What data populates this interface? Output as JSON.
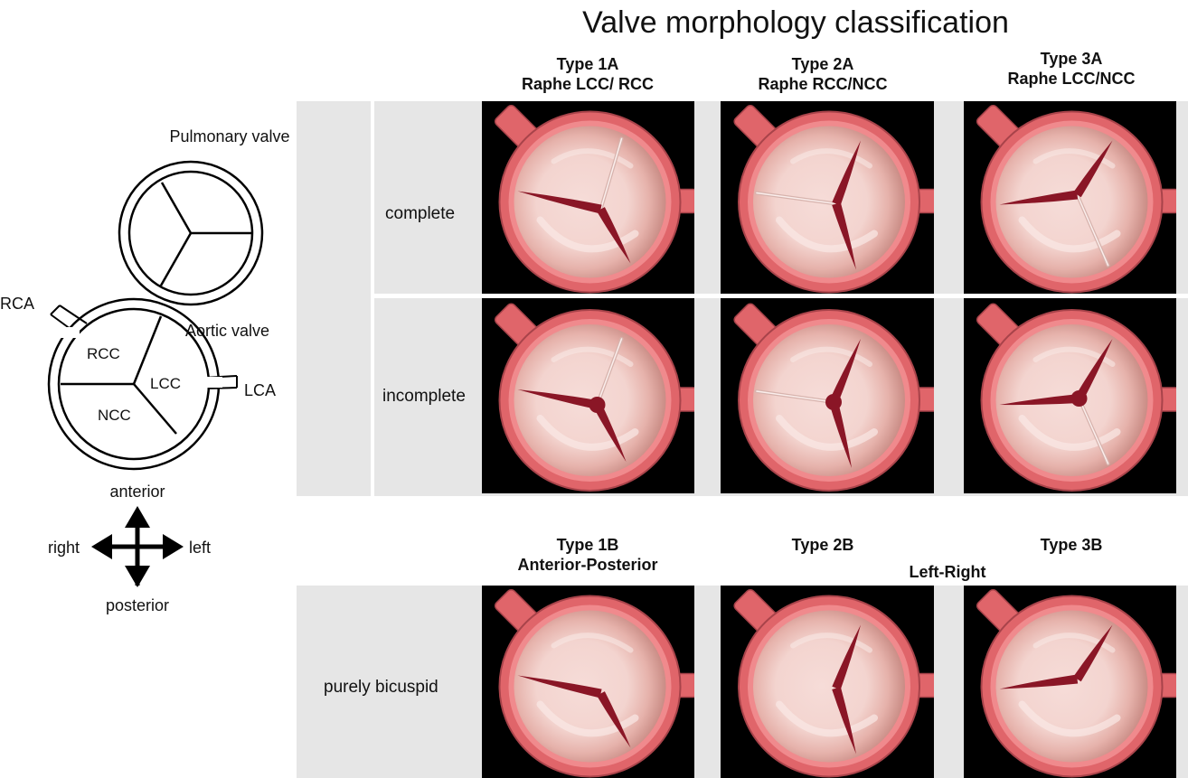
{
  "title": "Valve morphology classification",
  "schematic": {
    "pulmonary_label": "Pulmonary valve",
    "aortic_label": "Aortic valve",
    "rca": "RCA",
    "lca": "LCA",
    "rcc": "RCC",
    "lcc": "LCC",
    "ncc": "NCC"
  },
  "compass": {
    "anterior": "anterior",
    "posterior": "posterior",
    "right": "right",
    "left": "left"
  },
  "columns_a": [
    {
      "type": "Type 1A",
      "raphe": "Raphe LCC/ RCC"
    },
    {
      "type": "Type 2A",
      "raphe": "Raphe RCC/NCC"
    },
    {
      "type": "Type 3A",
      "raphe": "Raphe LCC/NCC"
    }
  ],
  "columns_b": [
    {
      "type": "Type 1B",
      "sub": "Anterior-Posterior"
    },
    {
      "type": "Type 2B",
      "sub": ""
    },
    {
      "type": "Type 3B",
      "sub": ""
    }
  ],
  "left_right_label": "Left-Right",
  "rows": {
    "complete": "complete",
    "incomplete": "incomplete",
    "purely_bicuspid": "purely bicuspid"
  },
  "colors": {
    "panel_bg": "#000000",
    "ring": "#e0656a",
    "leaflet": "#efc7c2",
    "raphe": "#8a1626",
    "band": "#e6e6e6"
  }
}
